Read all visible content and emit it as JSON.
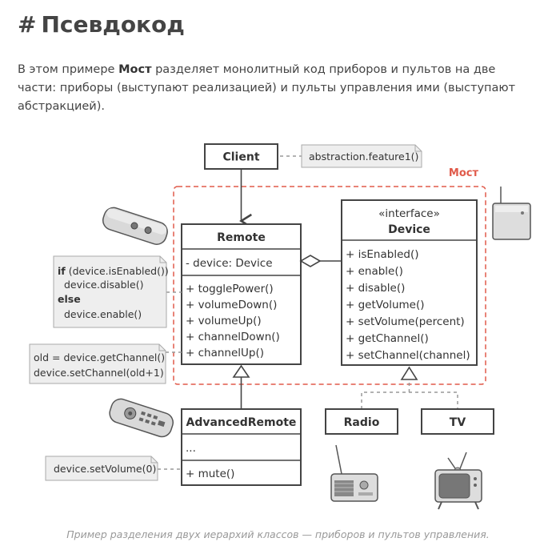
{
  "heading": {
    "hash": "#",
    "title": "Псевдокод"
  },
  "intro": {
    "part1": "В этом примере ",
    "bold": "Мост",
    "part2": " разделяет монолитный код приборов и пультов на две части: приборы (выступают реализацией) и пульты управления ими (выступают абстракцией)."
  },
  "diagram": {
    "bridge_label": "Мост",
    "client": {
      "name": "Client"
    },
    "client_note": "abstraction.feature1()",
    "remote": {
      "name": "Remote",
      "field": "- device: Device",
      "methods": [
        "+ togglePower()",
        "+ volumeDown()",
        "+ volumeUp()",
        "+ channelDown()",
        "+ channelUp()"
      ]
    },
    "device": {
      "stereotype": "«interface»",
      "name": "Device",
      "methods": [
        "+ isEnabled()",
        "+ enable()",
        "+ disable()",
        "+ getVolume()",
        "+ setVolume(percent)",
        "+ getChannel()",
        "+ setChannel(channel)"
      ]
    },
    "advanced_remote": {
      "name": "AdvancedRemote",
      "field": "...",
      "methods": [
        "+ mute()"
      ]
    },
    "radio": {
      "name": "Radio"
    },
    "tv": {
      "name": "TV"
    },
    "note_power": {
      "line1_kw": "if",
      "line1_rest": " (device.isEnabled())",
      "line2": "device.disable()",
      "line3_kw": "else",
      "line4": "device.enable()"
    },
    "note_channel": [
      "old = device.getChannel()",
      "device.setChannel(old+1)"
    ],
    "note_volume": "device.setVolume(0)"
  },
  "caption": "Пример разделения двух иерархий классов — приборов и пультов управления."
}
